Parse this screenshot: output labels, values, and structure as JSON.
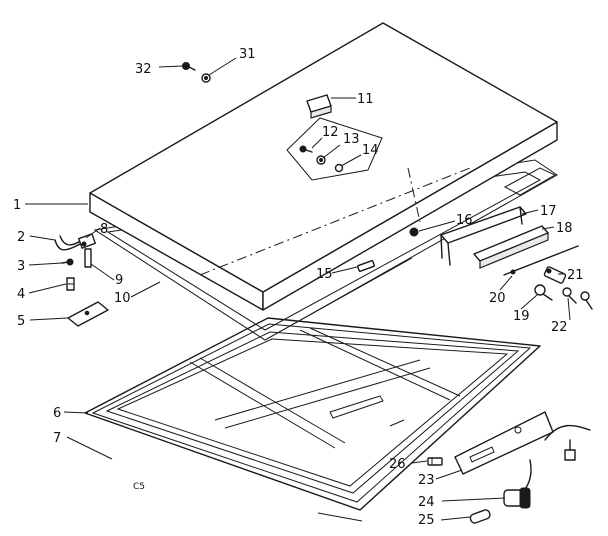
{
  "diagram": {
    "drawing_code": "C5",
    "parts": {
      "p1": "1",
      "p2": "2",
      "p3": "3",
      "p4": "4",
      "p5": "5",
      "p6": "6",
      "p7": "7",
      "p8": "8",
      "p9": "9",
      "p10": "10",
      "p11": "11",
      "p12": "12",
      "p13": "13",
      "p14": "14",
      "p15": "15",
      "p16": "16",
      "p17": "17",
      "p18": "18",
      "p19": "19",
      "p20": "20",
      "p21": "21",
      "p22": "22",
      "p23": "23",
      "p24": "24",
      "p25": "25",
      "p26": "26",
      "p31": "31",
      "p32": "32"
    }
  }
}
